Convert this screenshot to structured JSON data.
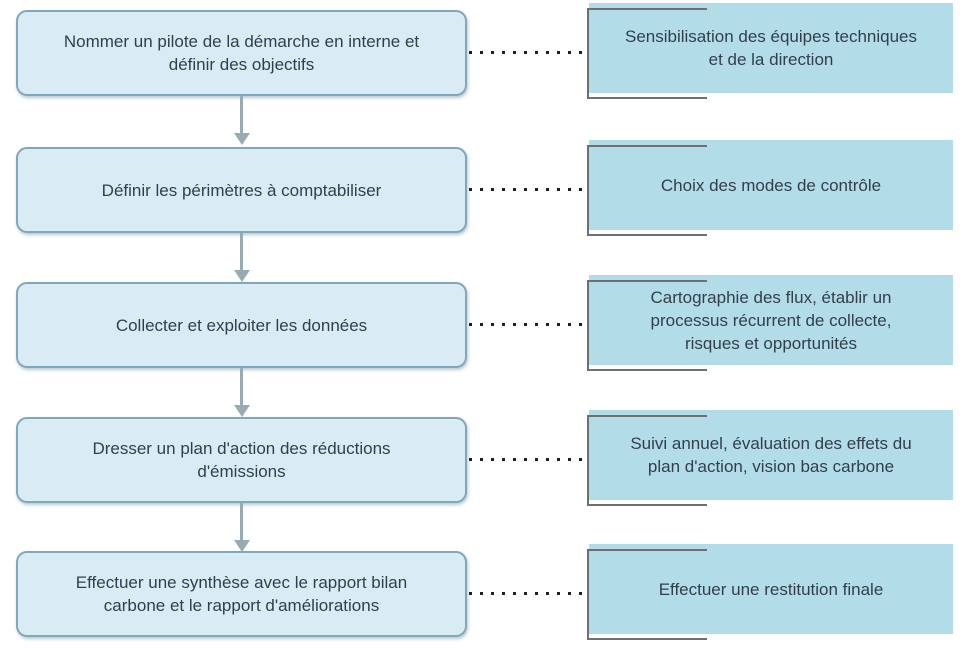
{
  "diagram": {
    "steps": [
      {
        "left": "Nommer un pilote de la démarche en interne et\ndéfinir des objectifs",
        "right": "Sensibilisation des équipes techniques\net de la direction"
      },
      {
        "left": "Définir les périmètres à comptabiliser",
        "right": "Choix des modes de contrôle"
      },
      {
        "left": "Collecter et exploiter les données",
        "right": "Cartographie des flux, établir un\nprocessus récurrent de collecte,\nrisques et opportunités"
      },
      {
        "left": "Dresser  un plan d'action des réductions\nd'émissions",
        "right": "Suivi annuel, évaluation des effets du\nplan d'action, vision bas carbone"
      },
      {
        "left": "Effectuer une synthèse avec le rapport bilan\ncarbone et le rapport d'améliorations",
        "right": "Effectuer une restitution finale"
      }
    ],
    "colors": {
      "left_box_fill": "#d9ecf4",
      "left_box_border": "#7fa8bc",
      "right_box_fill": "#b3dce9",
      "right_frame_border": "#6f6f6f",
      "text": "#323f4a",
      "arrow": "#97abb4",
      "dots": "#1f1f1f",
      "background": "#ffffff"
    }
  }
}
